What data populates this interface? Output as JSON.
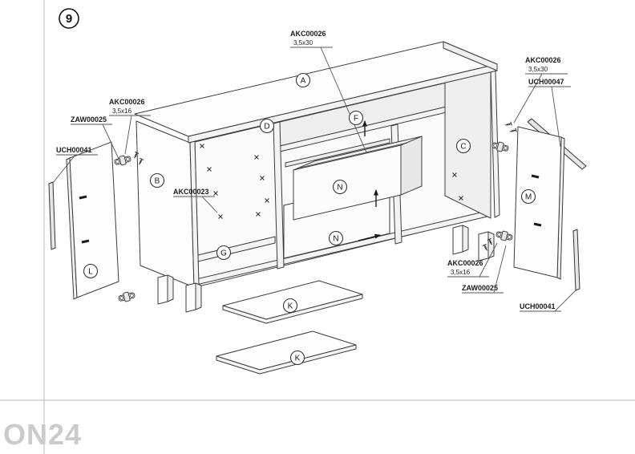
{
  "page": {
    "step_number": "9",
    "watermark": "ON24"
  },
  "parts": {
    "top_panel": "A",
    "left_side_panel": "B",
    "right_side_panel": "C",
    "center_partition": "D",
    "open_shelf": "F",
    "bottom_shelf": "G",
    "loose_shelf_1": "K",
    "loose_shelf_2": "K",
    "left_door": "L",
    "right_door": "M",
    "drawer_upper": "N",
    "drawer_lower": "N"
  },
  "callouts": {
    "screws_top": {
      "code": "AKC00026",
      "size": "3,5x30"
    },
    "screws_left_hinge": {
      "code": "AKC00026",
      "size": "3,5x16"
    },
    "hinge_left": {
      "code": "ZAW00025"
    },
    "handle_left": {
      "code": "UCH00041"
    },
    "dowel_left": {
      "code": "AKC00023"
    },
    "screws_right_top": {
      "code": "AKC00026",
      "size": "3,5x30"
    },
    "rail_right": {
      "code": "UCH00047"
    },
    "screws_right_hinge": {
      "code": "AKC00026",
      "size": "3,5x16"
    },
    "hinge_right": {
      "code": "ZAW00025"
    },
    "handle_right": {
      "code": "UCH00041"
    }
  }
}
